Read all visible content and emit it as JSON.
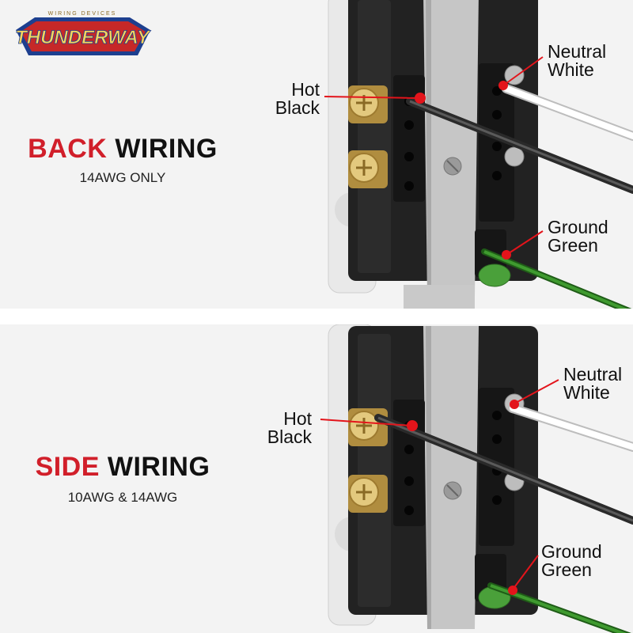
{
  "brand": {
    "name": "THUNDERWAY",
    "tagline": "WIRING DEVICES"
  },
  "panels": [
    {
      "title_accent": "BACK",
      "title_rest": "WIRING",
      "subtitle": "14AWG ONLY",
      "labels": {
        "hot": [
          "Hot",
          "Black"
        ],
        "neutral": [
          "Neutral",
          "White"
        ],
        "ground": [
          "Ground",
          "Green"
        ]
      }
    },
    {
      "title_accent": "SIDE",
      "title_rest": "WIRING",
      "subtitle": "10AWG & 14AWG",
      "labels": {
        "hot": [
          "Hot",
          "Black"
        ],
        "neutral": [
          "Neutral",
          "White"
        ],
        "ground": [
          "Ground",
          "Green"
        ]
      }
    }
  ],
  "colors": {
    "accent_red": "#d11f2a",
    "marker_red": "#e3141b",
    "hot_wire": "#3a3a3a",
    "neutral_wire": "#f7f7f7",
    "ground_wire": "#2e7d22",
    "housing": "#1f1f1f",
    "strap": "#c9c9c9",
    "brass": "#d4b46a"
  },
  "icons": [
    "thunderway-logo",
    "receptacle-illustration",
    "terminal-screw-icon",
    "marker-dot-icon"
  ]
}
